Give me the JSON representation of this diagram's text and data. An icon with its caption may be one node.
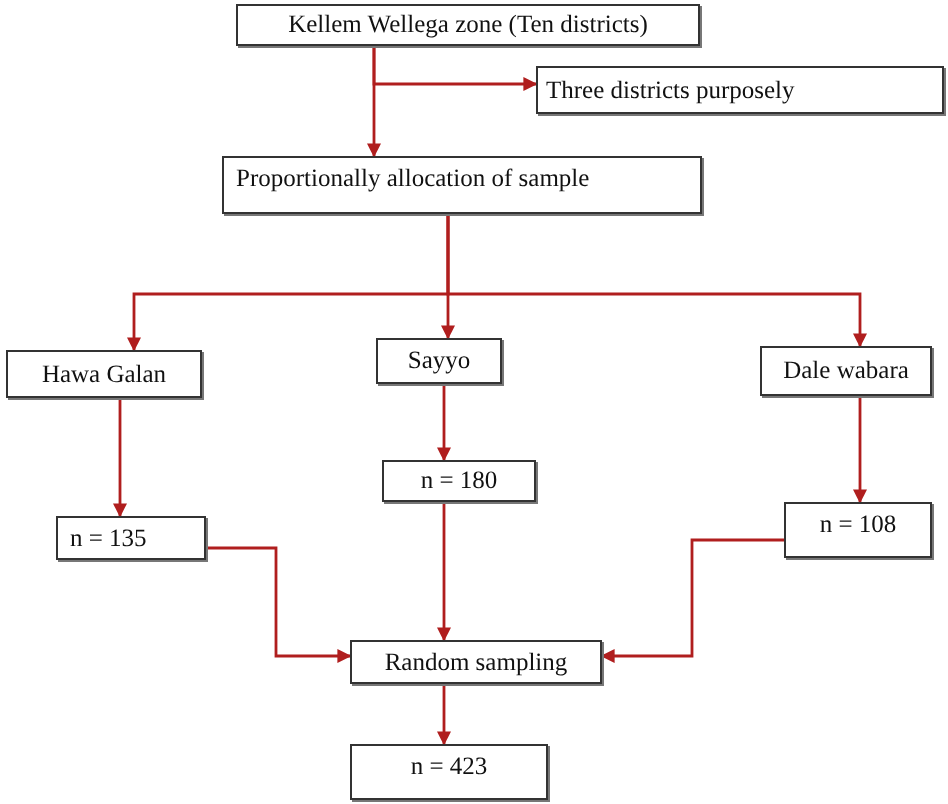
{
  "diagram": {
    "nodes": [
      {
        "text": [
          "Kellem Wellega zone (Ten districts)"
        ]
      },
      {
        "text": [
          "Three districts purposely"
        ]
      },
      {
        "text": [
          "Proportionally allocation of sample"
        ]
      },
      {
        "text": [
          "Hawa Galan"
        ]
      },
      {
        "text": [
          "Sayyo"
        ]
      },
      {
        "text": [
          "Dale wabara"
        ]
      },
      {
        "text": [
          "n = 135"
        ]
      },
      {
        "text": [
          "n = 180"
        ]
      },
      {
        "text": [
          "n = 108"
        ]
      },
      {
        "text": [
          "Random sampling"
        ]
      },
      {
        "text": [
          "n = 423"
        ]
      }
    ],
    "edges": [
      {
        "from": 0,
        "to": 1,
        "arrow": "to"
      },
      {
        "from": 0,
        "to": 2,
        "arrow": "to"
      },
      {
        "from": 2,
        "to": 3,
        "arrow": "to"
      },
      {
        "from": 2,
        "to": 4,
        "arrow": "to"
      },
      {
        "from": 2,
        "to": 5,
        "arrow": "to"
      },
      {
        "from": 3,
        "to": 6,
        "arrow": "to"
      },
      {
        "from": 4,
        "to": 7,
        "arrow": "to"
      },
      {
        "from": 5,
        "to": 8,
        "arrow": "to"
      },
      {
        "from": 6,
        "to": 9,
        "arrow": "to"
      },
      {
        "from": 7,
        "to": 9,
        "arrow": "to"
      },
      {
        "from": 8,
        "to": 9,
        "arrow": "to"
      },
      {
        "from": 9,
        "to": 10,
        "arrow": "to"
      }
    ]
  }
}
